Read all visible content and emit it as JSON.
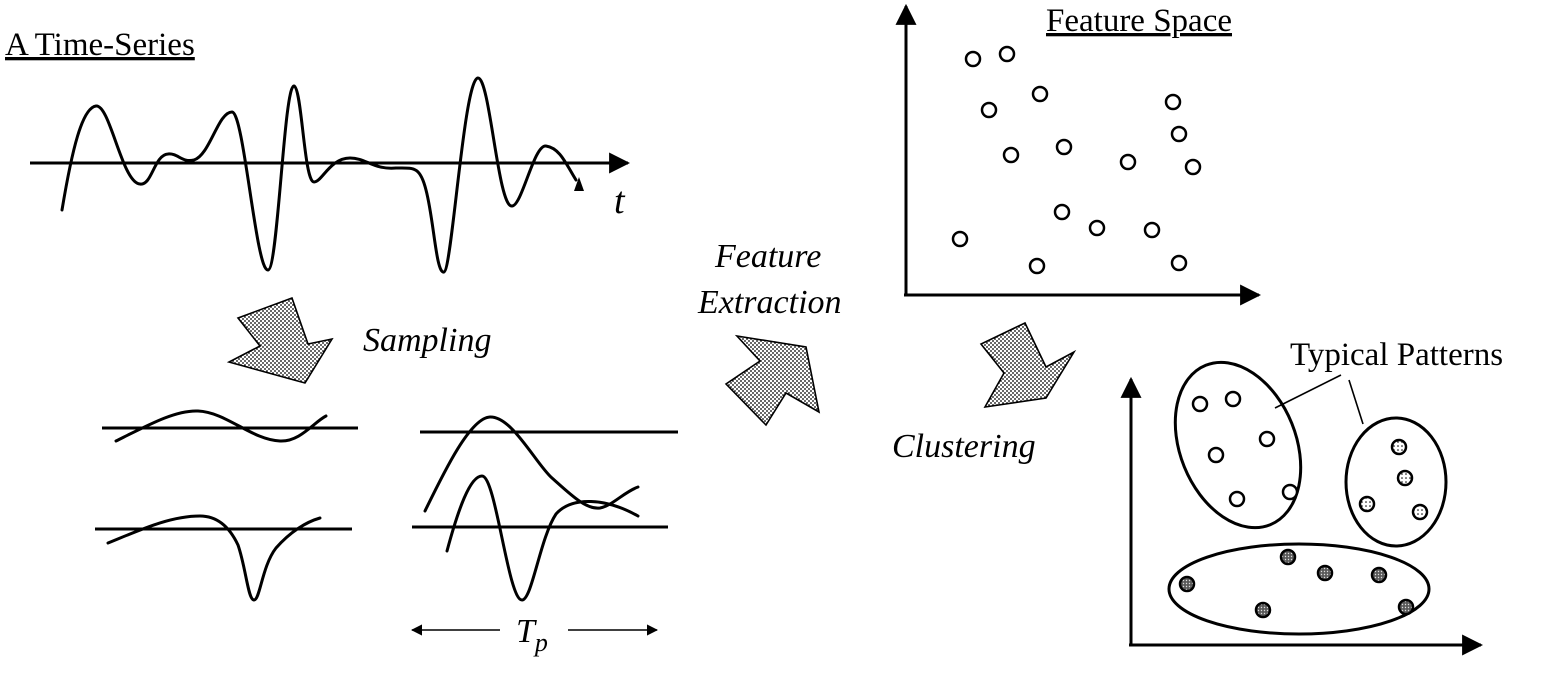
{
  "labels": {
    "time_series": "A Time-Series",
    "t": "t",
    "sampling": "Sampling",
    "feature_line1": "Feature",
    "feature_line2": "Extraction",
    "feature_space": "Feature Space",
    "clustering": "Clustering",
    "typical_patterns": "Typical Patterns",
    "period_T": "T",
    "period_sub": "p"
  },
  "colors": {
    "stroke": "#000000",
    "background": "#ffffff",
    "hollow_point": "#ffffff",
    "dotted_fill": "#d9d9d9",
    "dark_fill": "#7a7a7a"
  },
  "icons": {
    "process_arrow": "dotted-block-arrow-icon",
    "axis_arrow": "arrowhead-icon"
  }
}
